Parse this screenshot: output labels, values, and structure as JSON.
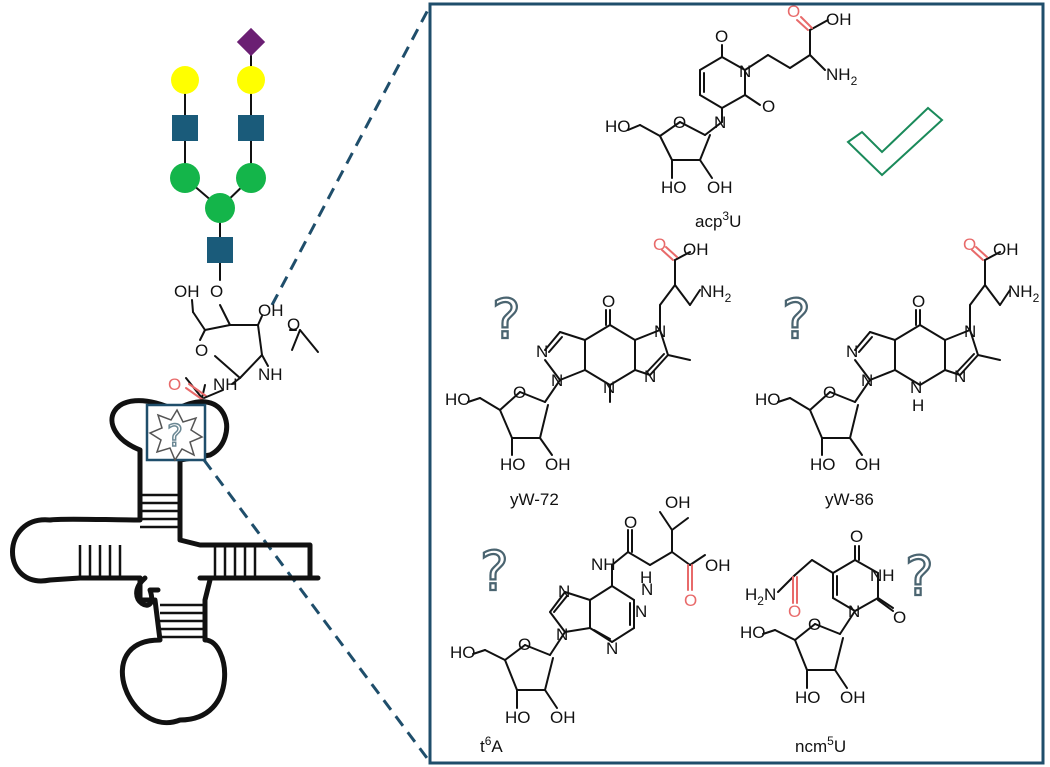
{
  "colors": {
    "panel_border": "#1f4e6b",
    "dash": "#1f4e6b",
    "oxygen_highlight": "#e86a6a",
    "galactose_yellow": "#ffff00",
    "glcnac_blue": "#1a5b7a",
    "mannose_green": "#14b54a",
    "sialic_purple": "#6b1f73",
    "checkmark_green": "#1a8a5a",
    "question_mark": "#4a6470"
  },
  "icons": {
    "check": "check-icon",
    "question": "question-mark-icon",
    "star": "star-icon"
  },
  "glycan": {
    "labels": {
      "oh1": "OH",
      "oh2": "OH",
      "o_ring": "O",
      "o_link": "O",
      "nh_amide": "NH",
      "nh_acetyl": "NH",
      "o_acetyl": "O",
      "o_carbonyl": "O"
    }
  },
  "candidates": [
    {
      "id": "acp3u",
      "name_base": "acp",
      "name_sup": "3",
      "name_tail": "U",
      "confirmed": true
    },
    {
      "id": "yw72",
      "name_base": "yW-72",
      "name_sup": "",
      "name_tail": "",
      "confirmed": false
    },
    {
      "id": "yw86",
      "name_base": "yW-86",
      "name_sup": "",
      "name_tail": "",
      "confirmed": false
    },
    {
      "id": "t6a",
      "name_base": "t",
      "name_sup": "6",
      "name_tail": "A",
      "confirmed": false
    },
    {
      "id": "ncm5u",
      "name_base": "ncm",
      "name_sup": "5",
      "name_tail": "U",
      "confirmed": false
    }
  ],
  "atoms": {
    "OH": "OH",
    "HO": "HO",
    "O": "O",
    "N": "N",
    "NH": "NH",
    "NH2_base": "NH",
    "NH2_sub": "2",
    "H2N_base": "H",
    "H2N_sub": "2",
    "H2N_tail": "N",
    "H": "H"
  }
}
